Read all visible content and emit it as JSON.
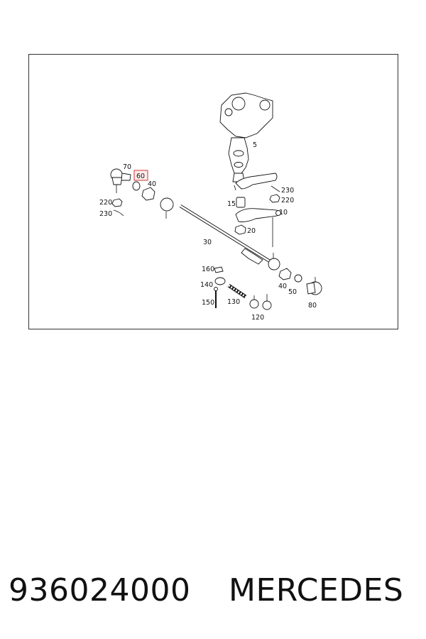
{
  "diagram": {
    "callouts": {
      "c5": "5",
      "c10": "10",
      "c15": "15",
      "c20": "20",
      "c30": "30",
      "c40a": "40",
      "c40b": "40",
      "c50": "50",
      "c60": "60",
      "c70": "70",
      "c80": "80",
      "c120": "120",
      "c130": "130",
      "c140": "140",
      "c150": "150",
      "c160": "160",
      "c220a": "220",
      "c220b": "220",
      "c230a": "230",
      "c230b": "230"
    },
    "highlight_callout": "60",
    "highlight_color": "#d9534f"
  },
  "caption": {
    "part_number": "936024000",
    "brand": "MERCEDES"
  }
}
